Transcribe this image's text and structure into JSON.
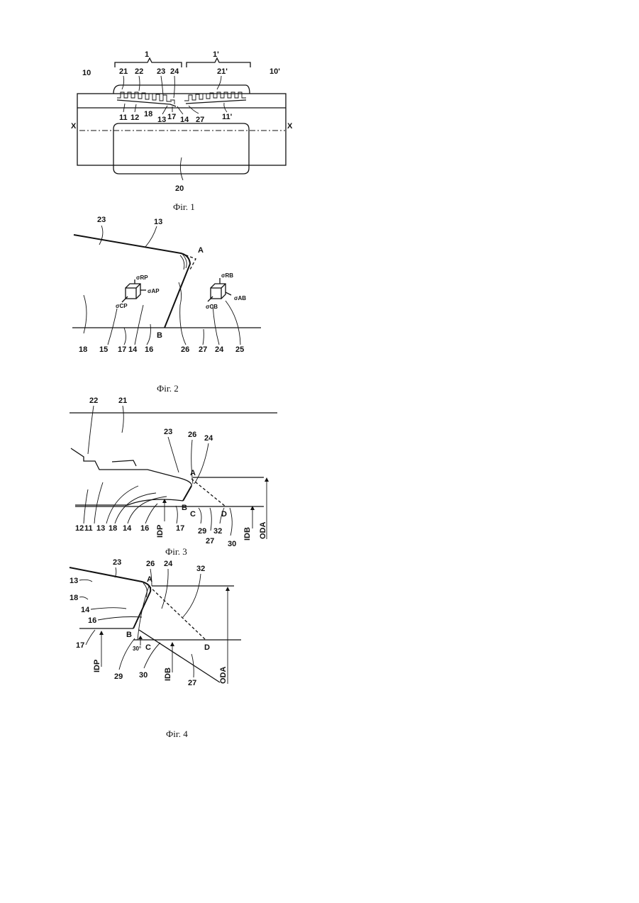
{
  "figures": [
    {
      "caption": "Фіг. 1",
      "labels": {
        "l1": "1",
        "l1p": "1'",
        "l10": "10",
        "l10p": "10'",
        "l21": "21",
        "l22": "22",
        "l23": "23",
        "l24": "24",
        "l21p": "21'",
        "l11": "11",
        "l12": "12",
        "l18": "18",
        "l13": "13",
        "l17": "17",
        "l14": "14",
        "l27": "27",
        "l11p": "11'",
        "x_left": "X",
        "x_right": "X",
        "l20": "20"
      }
    },
    {
      "caption": "Фіг. 2",
      "labels": {
        "l23": "23",
        "l13": "13",
        "A": "A",
        "B": "B",
        "srp": "σRP",
        "sap": "σAP",
        "scp": "σCP",
        "srb": "σRB",
        "sab": "σAB",
        "scb": "σCB",
        "l18": "18",
        "l15": "15",
        "l17": "17",
        "l14": "14",
        "l16": "16",
        "l26": "26",
        "l27": "27",
        "l24": "24",
        "l25": "25"
      }
    },
    {
      "caption": "Фіг. 3",
      "labels": {
        "l22": "22",
        "l21": "21",
        "l23": "23",
        "l26": "26",
        "l24": "24",
        "A": "A",
        "B": "B",
        "C": "C",
        "D": "D",
        "l12": "12",
        "l11": "11",
        "l13": "13",
        "l18": "18",
        "l14": "14",
        "l16": "16",
        "IDp": "IDP",
        "l17": "17",
        "l29": "29",
        "l32": "32",
        "l27": "27",
        "IDb": "IDB",
        "l30": "30",
        "ODa": "ODA"
      }
    },
    {
      "caption": "Фіг. 4",
      "labels": {
        "l23": "23",
        "l26": "26",
        "l24": "24",
        "l32": "32",
        "l13": "13",
        "l18": "18",
        "l14": "14",
        "l16": "16",
        "l17": "17",
        "A": "A",
        "B": "B",
        "C": "C",
        "D": "D",
        "angle": "30°",
        "IDp": "IDP",
        "l29": "29",
        "l30": "30",
        "IDb": "IDB",
        "l27": "27",
        "ODa": "ODA"
      }
    }
  ]
}
